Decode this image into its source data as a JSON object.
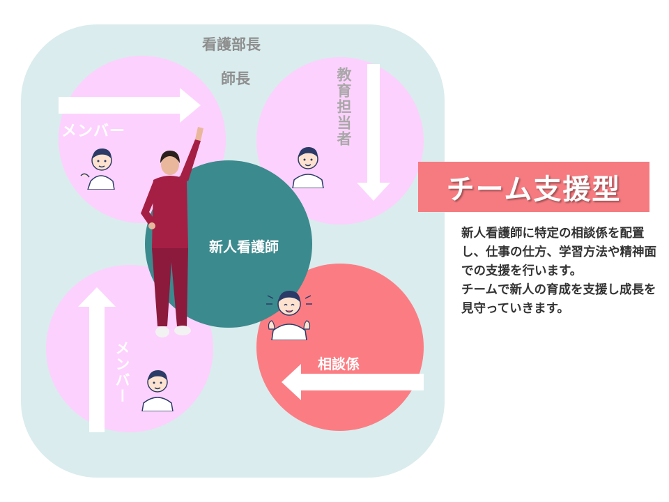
{
  "diagram": {
    "head_nurse": "看護部長",
    "chief_nurse": "師長",
    "circle_top_left": {
      "label": "メンバー"
    },
    "circle_top_right": {
      "label": "教育担当者"
    },
    "circle_bottom_left": {
      "label": "メンバー"
    },
    "circle_bottom_right": {
      "label": "相談係"
    },
    "center": {
      "label": "新人看護師"
    }
  },
  "title": "チーム支援型",
  "description": [
    "新人看護師に特定の相談係を配置し、仕事の仕方、学習方法や精神面での支援を行います。",
    "チームで新人の育成を支援し成長を見守っていきます。"
  ],
  "colors": {
    "panel": "#daeced",
    "member_circle": "#fdd1fd",
    "consult_circle": "#fb7d83",
    "center_circle": "#3b8a8e",
    "title_bg": "#f57b80"
  },
  "icons": [
    "nurse-avatar-icon",
    "standing-nurse-figure"
  ]
}
